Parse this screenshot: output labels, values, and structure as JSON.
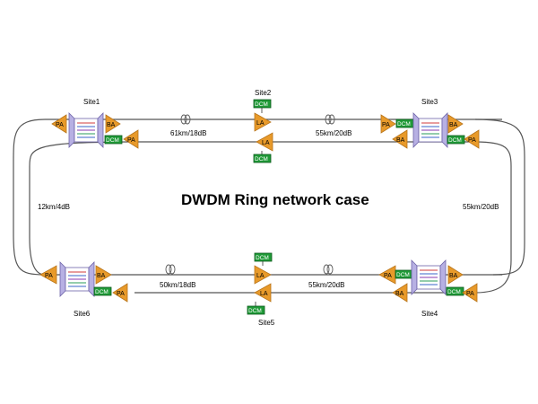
{
  "title": "DWDM Ring network case",
  "colors": {
    "amplifier": "#e89a2a",
    "dcm": "#1f9a37",
    "mux": "#8f86c9"
  },
  "sites": [
    "Site1",
    "Site2",
    "Site3",
    "Site4",
    "Site5",
    "Site6"
  ],
  "spans": [
    "61km/18dB",
    "55km/20dB",
    "55km/20dB",
    "55km/20dB",
    "50km/18dB",
    "12km/4dB"
  ],
  "amp_labels": {
    "pa": "PA",
    "ba": "BA",
    "la": "LA"
  },
  "dcm_label": "DCM"
}
